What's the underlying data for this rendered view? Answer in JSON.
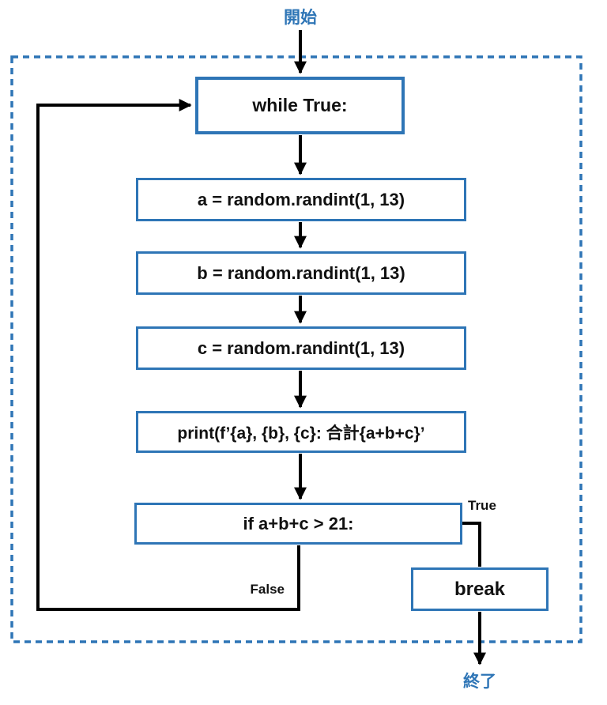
{
  "diagram": {
    "kind": "flowchart",
    "start_label": "開始",
    "end_label": "終了",
    "colors": {
      "accent_blue": "#2E75B6",
      "line_black": "#000000",
      "node_fill": "#FFFFFF",
      "background": "#FFFFFF"
    },
    "nodes": [
      {
        "id": "while-true",
        "label": "while True:"
      },
      {
        "id": "assign-a",
        "label": "a = random.randint(1, 13)"
      },
      {
        "id": "assign-b",
        "label": "b = random.randint(1, 13)"
      },
      {
        "id": "assign-c",
        "label": "c = random.randint(1, 13)"
      },
      {
        "id": "print-sum",
        "label": "print(f’{a}, {b}, {c}: 合計{a+b+c}’"
      },
      {
        "id": "if-condition",
        "label": "if a+b+c > 21:"
      },
      {
        "id": "break",
        "label": "break"
      }
    ],
    "edge_labels": {
      "true_branch": "True",
      "false_branch": "False"
    }
  }
}
